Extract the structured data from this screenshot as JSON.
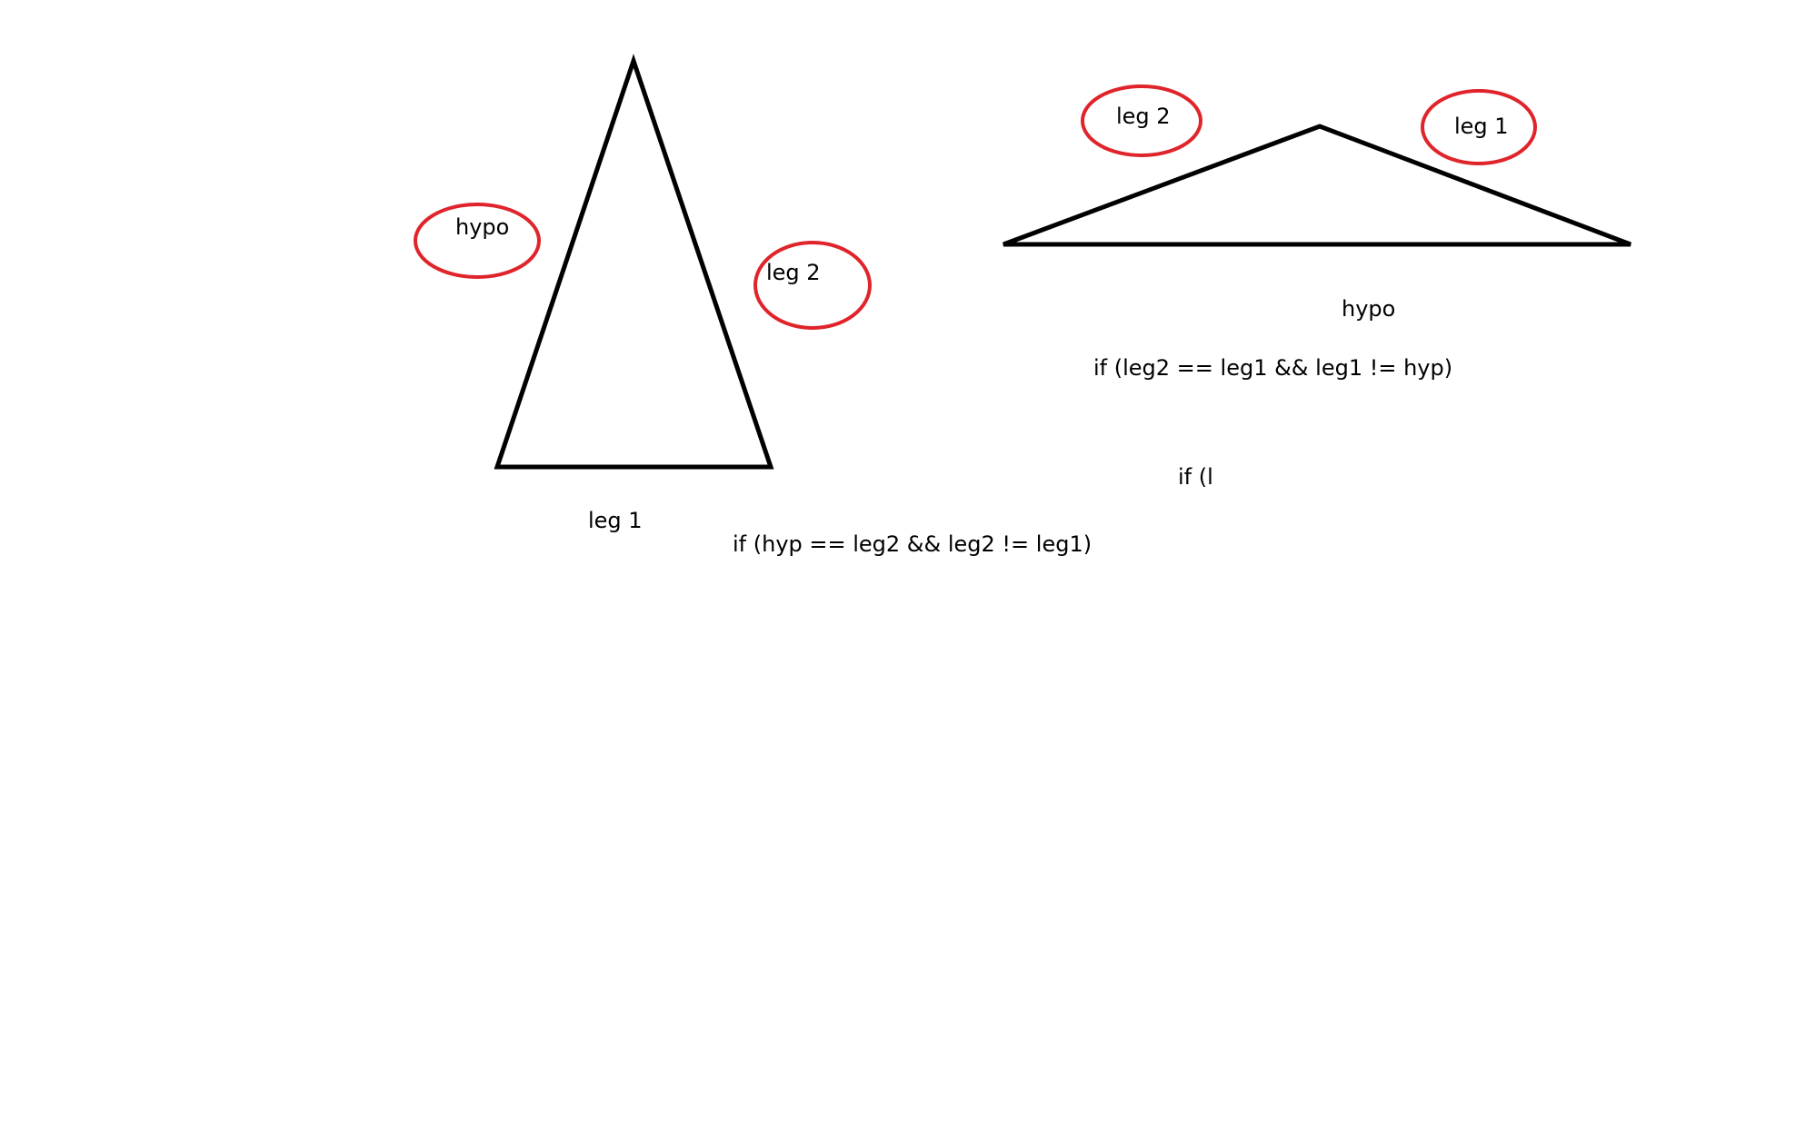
{
  "colors": {
    "background": "#ffffff",
    "stroke": "#000000",
    "highlight_circle": "#e0242b"
  },
  "left_triangle": {
    "labels": {
      "hypo": "hypo",
      "leg2": "leg 2",
      "leg1": "leg 1"
    },
    "condition": "if (hyp == leg2 && leg2 != leg1)"
  },
  "right_triangle": {
    "labels": {
      "leg2": "leg 2",
      "leg1": "leg 1",
      "hypo": "hypo"
    },
    "condition": "if (leg2 == leg1 && leg1 != hyp)",
    "partial_condition": "if (l"
  }
}
